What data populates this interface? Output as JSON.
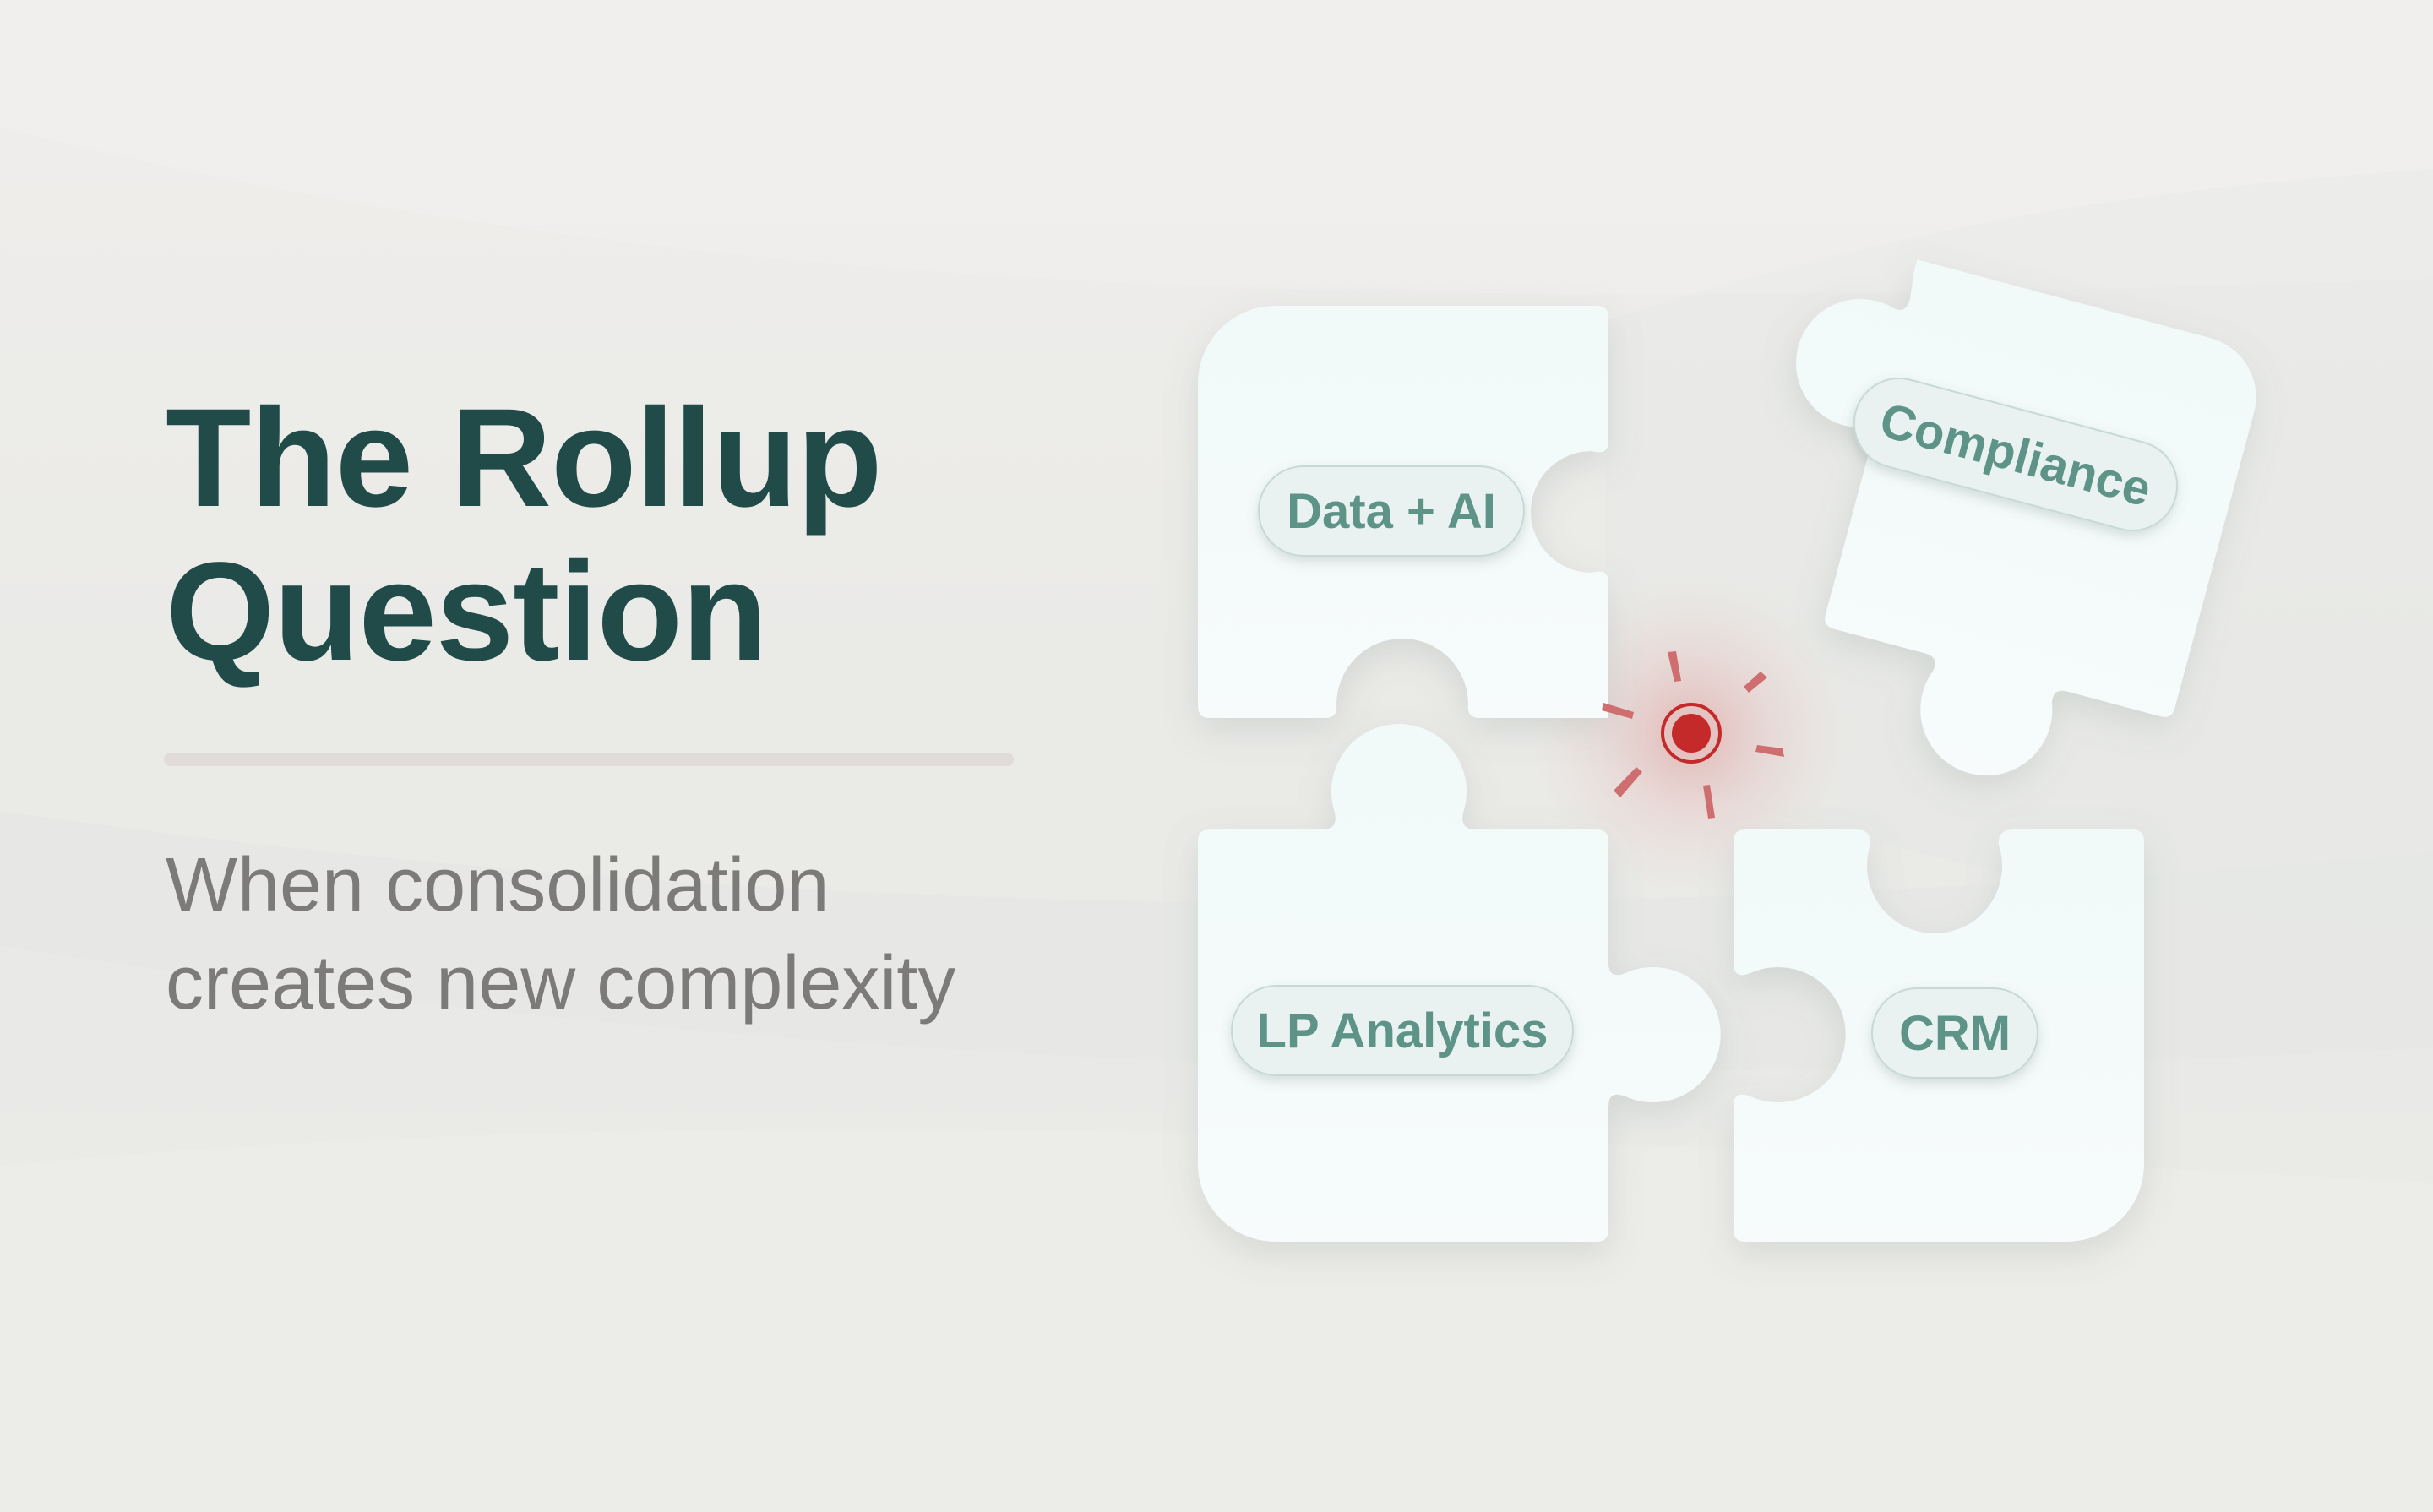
{
  "title": {
    "line1": "The Rollup",
    "line2": "Question"
  },
  "subtitle": {
    "line1": "When consolidation",
    "line2": "creates new complexity"
  },
  "pieces": {
    "data_ai": "Data + AI",
    "compliance": "Compliance",
    "lp_analytics": "LP Analytics",
    "crm": "CRM"
  },
  "colors": {
    "title": "#214b48",
    "subtitle": "#7d7b79",
    "tag_text": "#5e9388",
    "piece_fill": "#f5fafa",
    "alert": "#c42a2a",
    "alert_ticks": "#cf6e6e",
    "divider": "#e1dcd9"
  }
}
